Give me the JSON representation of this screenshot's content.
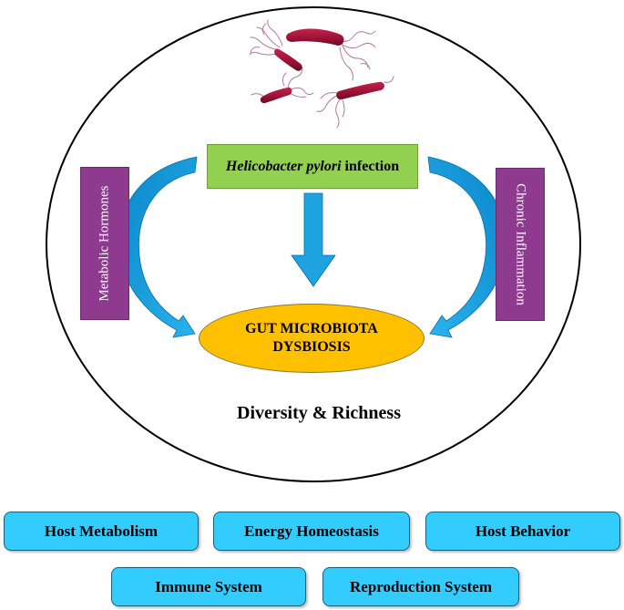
{
  "infection": {
    "organism": "Helicobacter pylori",
    "suffix": " infection"
  },
  "left_factor": "Metabolic Hormones",
  "right_factor": "Chronic Inflammation",
  "center": {
    "line1": "GUT MICROBIOTA",
    "line2": "DYSBIOSIS"
  },
  "diversity_label": "Diversity & Richness",
  "outcomes": [
    "Host Metabolism",
    "Energy Homeostasis",
    "Host Behavior",
    "Immune System",
    "Reproduction System"
  ],
  "colors": {
    "infection_box": "#92d050",
    "factor_boxes": "#8e3a8e",
    "dysbiosis_ellipse": "#ffc000",
    "arrows": "#1fa3e0",
    "outcome_boxes": "#33ccff",
    "bacteria": "#a3123a"
  },
  "icons": [
    "bacteria-illustration"
  ]
}
